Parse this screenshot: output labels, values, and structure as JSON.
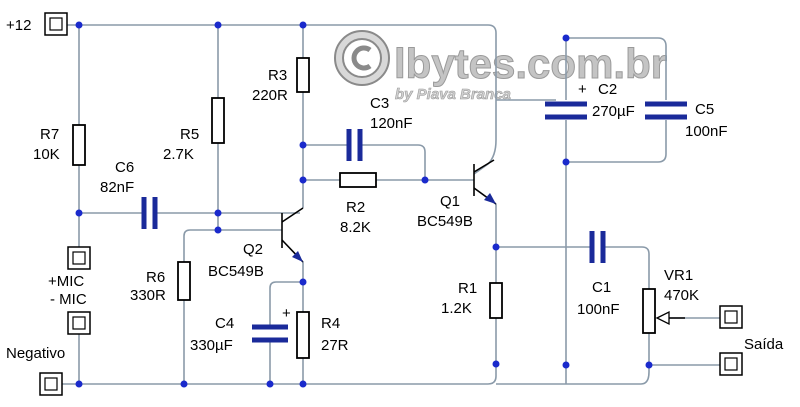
{
  "terminals": {
    "vcc": "+12",
    "mic_pos": "+MIC",
    "mic_neg": "- MIC",
    "ground": "Negativo",
    "output": "Saída"
  },
  "watermark": {
    "site": "lbytes.com.br",
    "author": "by Piava Branca"
  },
  "components": {
    "r1": {
      "ref": "R1",
      "value": "1.2K"
    },
    "r2": {
      "ref": "R2",
      "value": "8.2K"
    },
    "r3": {
      "ref": "R3",
      "value": "220R"
    },
    "r4": {
      "ref": "R4",
      "value": "27R"
    },
    "r5": {
      "ref": "R5",
      "value": "2.7K"
    },
    "r6": {
      "ref": "R6",
      "value": "330R"
    },
    "r7": {
      "ref": "R7",
      "value": "10K"
    },
    "c1": {
      "ref": "C1",
      "value": "100nF"
    },
    "c2": {
      "ref": "C2",
      "value": "270µF",
      "polarity": "+"
    },
    "c3": {
      "ref": "C3",
      "value": "120nF"
    },
    "c4": {
      "ref": "C4",
      "value": "330µF",
      "polarity": "+"
    },
    "c5": {
      "ref": "C5",
      "value": "100nF"
    },
    "c6": {
      "ref": "C6",
      "value": "82nF"
    },
    "q1": {
      "ref": "Q1",
      "value": "BC549B"
    },
    "q2": {
      "ref": "Q2",
      "value": "BC549B"
    },
    "vr1": {
      "ref": "VR1",
      "value": "470K"
    }
  }
}
